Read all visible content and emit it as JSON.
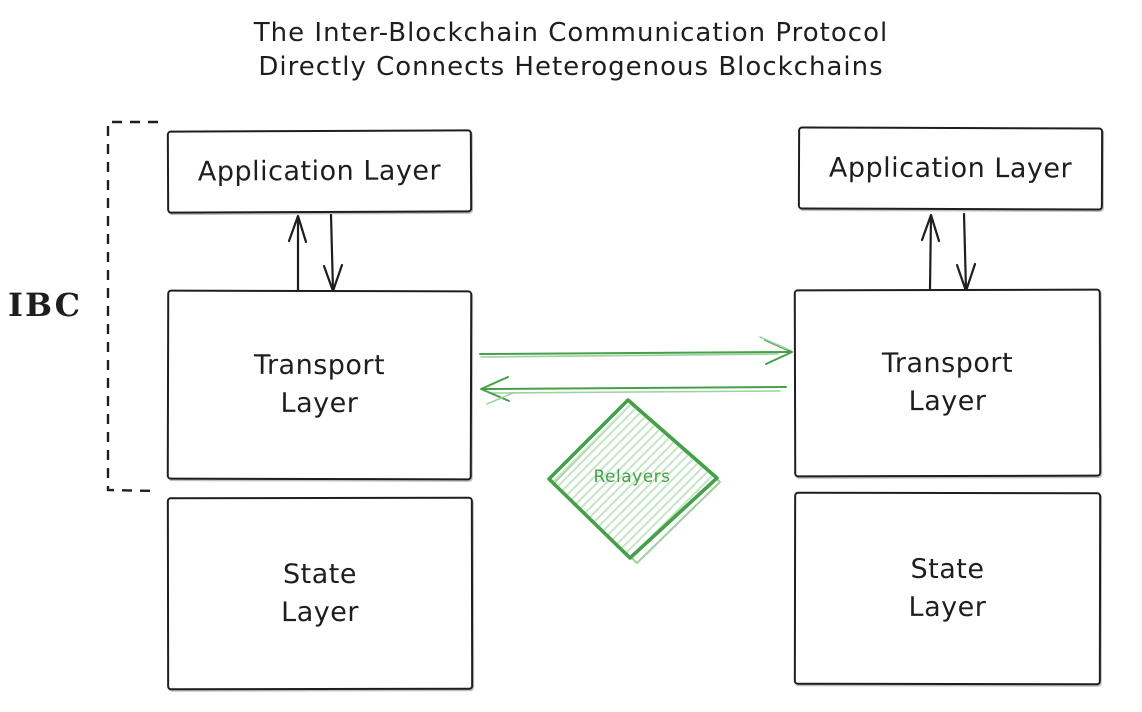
{
  "title": {
    "line1": "The Inter-Blockchain Communication Protocol",
    "line2": "Directly Connects Heterogenous Blockchains"
  },
  "ibc": {
    "label": "IBC"
  },
  "left_chain": {
    "application_label": "Application Layer",
    "transport_line1": "Transport",
    "transport_line2": "Layer",
    "state_line1": "State",
    "state_line2": "Layer"
  },
  "right_chain": {
    "application_label": "Application Layer",
    "transport_line1": "Transport",
    "transport_line2": "Layer",
    "state_line1": "State",
    "state_line2": "Layer"
  },
  "relayers": {
    "label": "Relayers"
  },
  "icons": {
    "up_arrow": "arrow-up",
    "down_arrow": "arrow-down",
    "right_arrow": "arrow-right",
    "left_arrow": "arrow-left",
    "bracket": "dashed-bracket",
    "diamond": "hatched-diamond"
  },
  "colors": {
    "ink": "#1e1e1e",
    "green": "#45a049",
    "green_light": "#9ed19e",
    "hatch": "#c5e6c5"
  }
}
